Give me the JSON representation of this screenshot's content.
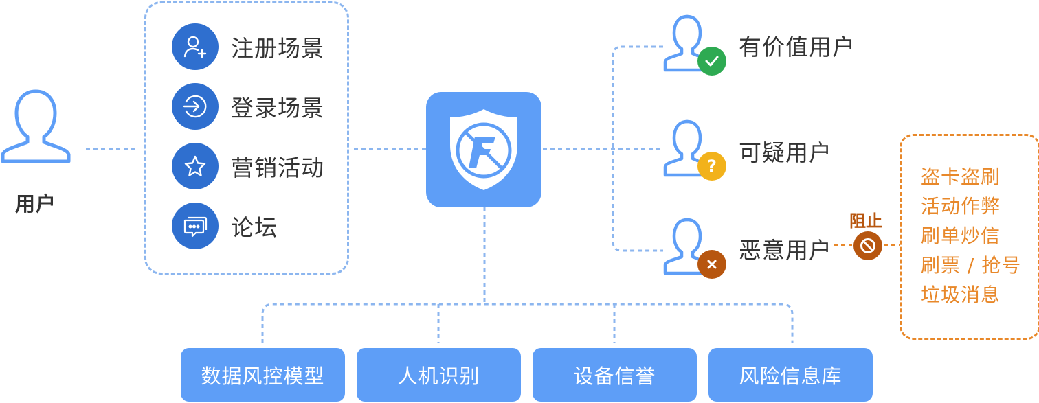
{
  "user": {
    "label": "用户",
    "icon": "user-icon"
  },
  "scenes": [
    {
      "label": "注册场景",
      "icon": "user-add-icon"
    },
    {
      "label": "登录场景",
      "icon": "login-icon"
    },
    {
      "label": "营销活动",
      "icon": "star-icon"
    },
    {
      "label": "论坛",
      "icon": "chat-icon"
    }
  ],
  "center": {
    "icon": "shield-f-logo-icon"
  },
  "outcomes": [
    {
      "label": "有价值用户",
      "badge": "check-icon",
      "badge_color": "#2eaa52"
    },
    {
      "label": "可疑用户",
      "badge": "question-icon",
      "badge_color": "#f2b21b"
    },
    {
      "label": "恶意用户",
      "badge": "cross-icon",
      "badge_color": "#b7560f"
    }
  ],
  "block": {
    "label": "阻止",
    "icon": "block-icon"
  },
  "risks": [
    "盗卡盗刷",
    "活动作弊",
    "刷单炒信",
    "刷票 / 抢号",
    "垃圾消息"
  ],
  "capabilities": [
    "数据风控模型",
    "人机识别",
    "设备信誉",
    "风险信息库"
  ],
  "colors": {
    "primary": "#5e9ef7",
    "dark_blue": "#2f6fcf",
    "dashed_line": "#8cb6ef",
    "orange": "#e8882a"
  }
}
